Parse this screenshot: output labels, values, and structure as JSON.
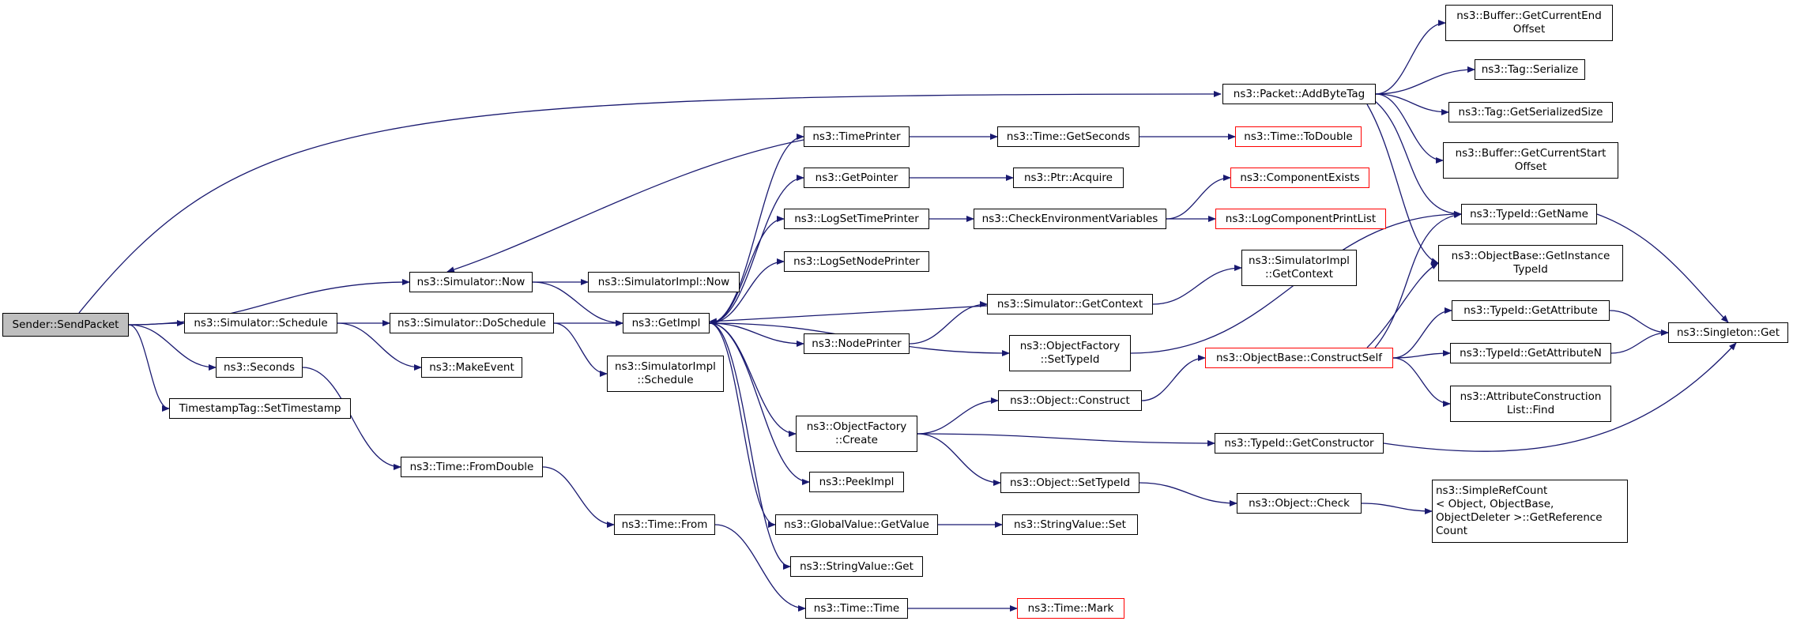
{
  "diagram": {
    "edge_color": "#191970",
    "node_border_color": "#000000",
    "incomplete_node_border_color": "#ff0000",
    "root_fill_color": "#bfbfbf",
    "nodes": [
      {
        "id": "n_send",
        "label": "Sender::SendPacket",
        "root": true
      },
      {
        "id": "n_sched",
        "label": "ns3::Simulator::Schedule"
      },
      {
        "id": "n_sec",
        "label": "ns3::Seconds"
      },
      {
        "id": "n_ts",
        "label": "TimestampTag::SetTimestamp"
      },
      {
        "id": "n_now",
        "label": "ns3::Simulator::Now"
      },
      {
        "id": "n_dosched",
        "label": "ns3::Simulator::DoSchedule"
      },
      {
        "id": "n_mkev",
        "label": "ns3::MakeEvent"
      },
      {
        "id": "n_fromd",
        "label": "ns3::Time::FromDouble"
      },
      {
        "id": "n_implnow",
        "label": "ns3::SimulatorImpl::Now"
      },
      {
        "id": "n_getimpl",
        "label": "ns3::GetImpl"
      },
      {
        "id": "n_implsched",
        "label": "ns3::SimulatorImpl\n::Schedule"
      },
      {
        "id": "n_from",
        "label": "ns3::Time::From"
      },
      {
        "id": "n_tp",
        "label": "ns3::TimePrinter"
      },
      {
        "id": "n_getptr",
        "label": "ns3::GetPointer"
      },
      {
        "id": "n_lstp",
        "label": "ns3::LogSetTimePrinter"
      },
      {
        "id": "n_lsnp",
        "label": "ns3::LogSetNodePrinter"
      },
      {
        "id": "n_np",
        "label": "ns3::NodePrinter"
      },
      {
        "id": "n_ofcreate",
        "label": "ns3::ObjectFactory\n::Create"
      },
      {
        "id": "n_peek",
        "label": "ns3::PeekImpl"
      },
      {
        "id": "n_gvget",
        "label": "ns3::GlobalValue::GetValue"
      },
      {
        "id": "n_svget",
        "label": "ns3::StringValue::Get"
      },
      {
        "id": "n_ttime",
        "label": "ns3::Time::Time"
      },
      {
        "id": "n_getsec",
        "label": "ns3::Time::GetSeconds"
      },
      {
        "id": "n_acq",
        "label": "ns3::Ptr::Acquire"
      },
      {
        "id": "n_cev",
        "label": "ns3::CheckEnvironmentVariables"
      },
      {
        "id": "n_getctx",
        "label": "ns3::Simulator::GetContext"
      },
      {
        "id": "n_ofsettid",
        "label": "ns3::ObjectFactory\n::SetTypeId"
      },
      {
        "id": "n_objcons",
        "label": "ns3::Object::Construct"
      },
      {
        "id": "n_objsettid",
        "label": "ns3::Object::SetTypeId"
      },
      {
        "id": "n_svset",
        "label": "ns3::StringValue::Set"
      },
      {
        "id": "n_mark",
        "label": "ns3::Time::Mark",
        "incomplete": true
      },
      {
        "id": "n_todouble",
        "label": "ns3::Time::ToDouble",
        "incomplete": true
      },
      {
        "id": "n_compex",
        "label": "ns3::ComponentExists",
        "incomplete": true
      },
      {
        "id": "n_lcpl",
        "label": "ns3::LogComponentPrintList",
        "incomplete": true
      },
      {
        "id": "n_implctx",
        "label": "ns3::SimulatorImpl\n::GetContext"
      },
      {
        "id": "n_cself",
        "label": "ns3::ObjectBase::ConstructSelf",
        "incomplete": true
      },
      {
        "id": "n_getcons",
        "label": "ns3::TypeId::GetConstructor"
      },
      {
        "id": "n_check",
        "label": "ns3::Object::Check"
      },
      {
        "id": "n_addtag",
        "label": "ns3::Packet::AddByteTag"
      },
      {
        "id": "n_bufend",
        "label": "ns3::Buffer::GetCurrentEnd\nOffset"
      },
      {
        "id": "n_tagser",
        "label": "ns3::Tag::Serialize"
      },
      {
        "id": "n_tagsize",
        "label": "ns3::Tag::GetSerializedSize"
      },
      {
        "id": "n_bufstart",
        "label": "ns3::Buffer::GetCurrentStart\nOffset"
      },
      {
        "id": "n_tidname",
        "label": "ns3::TypeId::GetName"
      },
      {
        "id": "n_obinst",
        "label": "ns3::ObjectBase::GetInstance\nTypeId"
      },
      {
        "id": "n_tidattr",
        "label": "ns3::TypeId::GetAttribute"
      },
      {
        "id": "n_tidattrn",
        "label": "ns3::TypeId::GetAttributeN"
      },
      {
        "id": "n_acfind",
        "label": "ns3::AttributeConstruction\nList::Find"
      },
      {
        "id": "n_srefcount",
        "label": "ns3::SimpleRefCount\n< Object, ObjectBase,\n ObjectDeleter >::GetReference\nCount",
        "align": "left"
      },
      {
        "id": "n_singleton",
        "label": "ns3::Singleton::Get"
      }
    ],
    "edges": [
      [
        "n_send",
        "n_addtag"
      ],
      [
        "n_send",
        "n_now"
      ],
      [
        "n_send",
        "n_sched"
      ],
      [
        "n_send",
        "n_sec"
      ],
      [
        "n_send",
        "n_ts"
      ],
      [
        "n_sched",
        "n_dosched"
      ],
      [
        "n_sched",
        "n_mkev"
      ],
      [
        "n_sec",
        "n_fromd"
      ],
      [
        "n_fromd",
        "n_from"
      ],
      [
        "n_from",
        "n_ttime"
      ],
      [
        "n_ttime",
        "n_mark"
      ],
      [
        "n_now",
        "n_implnow"
      ],
      [
        "n_now",
        "n_getimpl"
      ],
      [
        "n_dosched",
        "n_getimpl"
      ],
      [
        "n_dosched",
        "n_implsched"
      ],
      [
        "n_getimpl",
        "n_tp"
      ],
      [
        "n_getimpl",
        "n_getptr"
      ],
      [
        "n_getimpl",
        "n_lstp"
      ],
      [
        "n_getimpl",
        "n_lsnp"
      ],
      [
        "n_getimpl",
        "n_np"
      ],
      [
        "n_getimpl",
        "n_ofsettid"
      ],
      [
        "n_getimpl",
        "n_ofcreate"
      ],
      [
        "n_getimpl",
        "n_peek"
      ],
      [
        "n_getimpl",
        "n_gvget"
      ],
      [
        "n_getimpl",
        "n_svget"
      ],
      [
        "n_tp",
        "n_now"
      ],
      [
        "n_tp",
        "n_getsec"
      ],
      [
        "n_getsec",
        "n_todouble"
      ],
      [
        "n_getptr",
        "n_acq"
      ],
      [
        "n_lstp",
        "n_cev"
      ],
      [
        "n_cev",
        "n_compex"
      ],
      [
        "n_cev",
        "n_lcpl"
      ],
      [
        "n_getctx",
        "n_getimpl"
      ],
      [
        "n_getctx",
        "n_implctx"
      ],
      [
        "n_np",
        "n_getctx"
      ],
      [
        "n_ofsettid",
        "n_tidname"
      ],
      [
        "n_ofcreate",
        "n_objcons"
      ],
      [
        "n_ofcreate",
        "n_getcons"
      ],
      [
        "n_ofcreate",
        "n_objsettid"
      ],
      [
        "n_objcons",
        "n_cself"
      ],
      [
        "n_objsettid",
        "n_check"
      ],
      [
        "n_check",
        "n_srefcount"
      ],
      [
        "n_gvget",
        "n_svset"
      ],
      [
        "n_cself",
        "n_tidname"
      ],
      [
        "n_cself",
        "n_obinst"
      ],
      [
        "n_cself",
        "n_tidattr"
      ],
      [
        "n_cself",
        "n_tidattrn"
      ],
      [
        "n_cself",
        "n_acfind"
      ],
      [
        "n_addtag",
        "n_bufend"
      ],
      [
        "n_addtag",
        "n_tagser"
      ],
      [
        "n_addtag",
        "n_tagsize"
      ],
      [
        "n_addtag",
        "n_bufstart"
      ],
      [
        "n_addtag",
        "n_tidname"
      ],
      [
        "n_addtag",
        "n_obinst"
      ],
      [
        "n_tidname",
        "n_singleton"
      ],
      [
        "n_tidattr",
        "n_singleton"
      ],
      [
        "n_tidattrn",
        "n_singleton"
      ],
      [
        "n_getcons",
        "n_singleton"
      ]
    ]
  }
}
